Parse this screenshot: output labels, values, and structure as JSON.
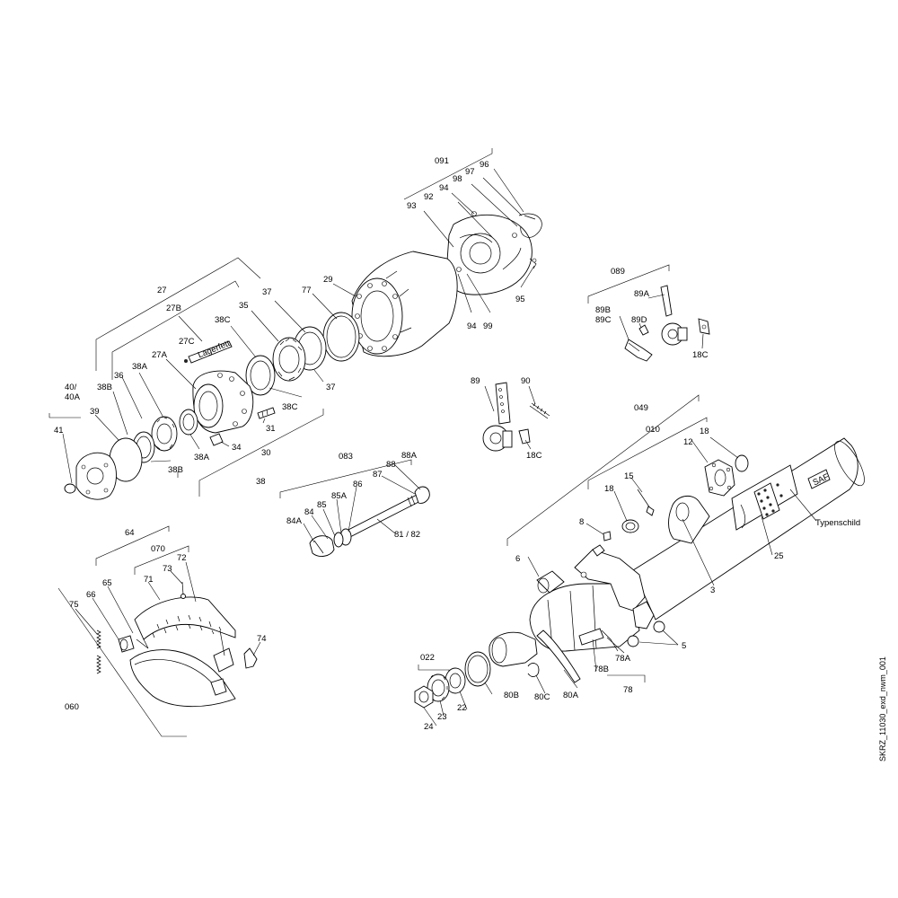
{
  "drawing_code": "SKRZ_11030_exd_nwm_001",
  "labels": {
    "l091": "091",
    "l96": "96",
    "l97": "97",
    "l98": "98",
    "l94a": "94",
    "l92": "92",
    "l93": "93",
    "l95": "95",
    "l94b": "94",
    "l99": "99",
    "l089": "089",
    "l89A": "89A",
    "l89B": "89B",
    "l89C": "89C",
    "l89D": "89D",
    "l18Ca": "18C",
    "l27": "27",
    "l27B": "27B",
    "l37a": "37",
    "l77": "77",
    "l29": "29",
    "l35": "35",
    "l38Ca": "38C",
    "l27C": "27C",
    "lLager": "Lagerfett",
    "l40": "40/",
    "l40A": "40A",
    "l36": "36",
    "l38A": "38A",
    "l27A": "27A",
    "l38B": "38B",
    "l41": "41",
    "l39": "39",
    "l38Cb": "38C",
    "l37b": "37",
    "l31": "31",
    "l34": "34",
    "l38Ab": "38A",
    "l38Bb": "38B",
    "l30": "30",
    "l38": "38",
    "l89": "89",
    "l90": "90",
    "l18Cb": "18C",
    "l049": "049",
    "l010": "010",
    "l18a": "18",
    "l12": "12",
    "l15": "15",
    "l18b": "18",
    "l8": "8",
    "lSAF": "SAF",
    "lTypen": "Typenschild",
    "l25": "25",
    "l3": "3",
    "l6": "6",
    "l5": "5",
    "l78A": "78A",
    "l78B": "78B",
    "l78": "78",
    "l80A": "80A",
    "l80B": "80B",
    "l80C": "80C",
    "l022": "022",
    "l22": "22",
    "l23": "23",
    "l24": "24",
    "l083": "083",
    "l88": "88",
    "l88A": "88A",
    "l87": "87",
    "l86": "86",
    "l85A": "85A",
    "l85": "85",
    "l84": "84",
    "l84A": "84A",
    "l8182": "81 / 82",
    "l64": "64",
    "l070": "070",
    "l73": "73",
    "l72": "72",
    "l71": "71",
    "l65": "65",
    "l66": "66",
    "l75": "75",
    "l74": "74",
    "l060": "060"
  }
}
